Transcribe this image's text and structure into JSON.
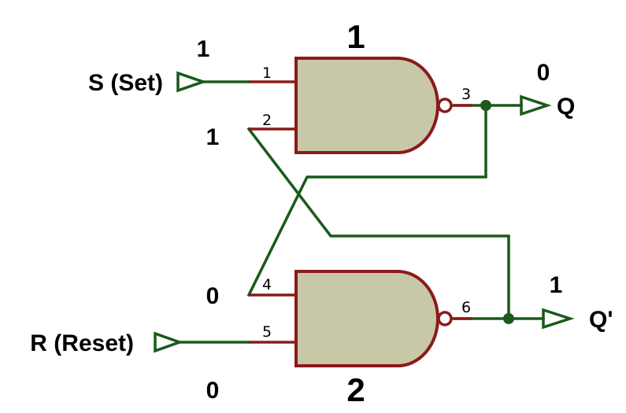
{
  "gates": {
    "top": {
      "number": "1",
      "pins": [
        "1",
        "2",
        "3"
      ]
    },
    "bottom": {
      "number": "2",
      "pins": [
        "4",
        "5",
        "6"
      ]
    }
  },
  "inputs": {
    "set": {
      "label": "S (Set)",
      "value": "1"
    },
    "reset": {
      "label": "R (Reset)",
      "value": "0"
    }
  },
  "outputs": {
    "q": {
      "label": "Q",
      "value": "0"
    },
    "q_bar": {
      "label": "Q'",
      "value": "1"
    }
  },
  "feedback_values": {
    "top_gate_pin2": "1",
    "bottom_gate_pin4": "0"
  },
  "colors": {
    "wire": "#1a5a1a",
    "gate_body": "#c8c8a8",
    "gate_outline": "#8b1a1a",
    "terminal": "#1a5a1a",
    "text": "#000000"
  }
}
